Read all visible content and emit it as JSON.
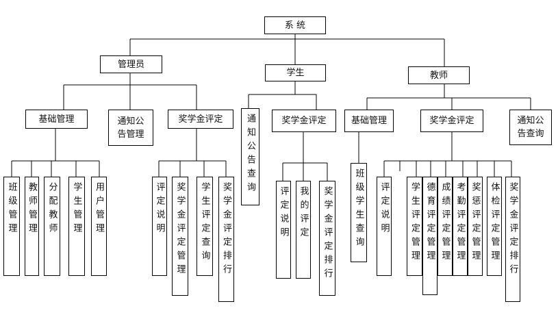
{
  "root": "系 统",
  "level1": {
    "admin": "管理员",
    "student": "学生",
    "teacher": "教师"
  },
  "admin": {
    "basic": "基础管理",
    "notice": "通知公告管理",
    "scholarship": "奖学金评定",
    "basic_items": [
      "班级管理",
      "教师管理",
      "分配教师",
      "学生管理",
      "用户管理"
    ],
    "scholarship_items": [
      "评定说明",
      "奖学金评定管理",
      "学生评定查询",
      "奖学金评定排行"
    ]
  },
  "student": {
    "notice_query": "通知公告查询",
    "scholarship": "奖学金评定",
    "scholarship_items": [
      "评定说明",
      "我的评定",
      "奖学金评定排行"
    ]
  },
  "teacher": {
    "basic": "基础管理",
    "scholarship": "奖学金评定",
    "notice_query": "通知公告查询",
    "basic_items": [
      "班级学生查询"
    ],
    "scholarship_items": [
      "评定说明",
      "学生评定管理",
      "德育评定管理",
      "成绩评定管理",
      "考勤评定管理",
      "奖惩评定管理",
      "体检评定管理",
      "奖学金评定排行"
    ]
  }
}
